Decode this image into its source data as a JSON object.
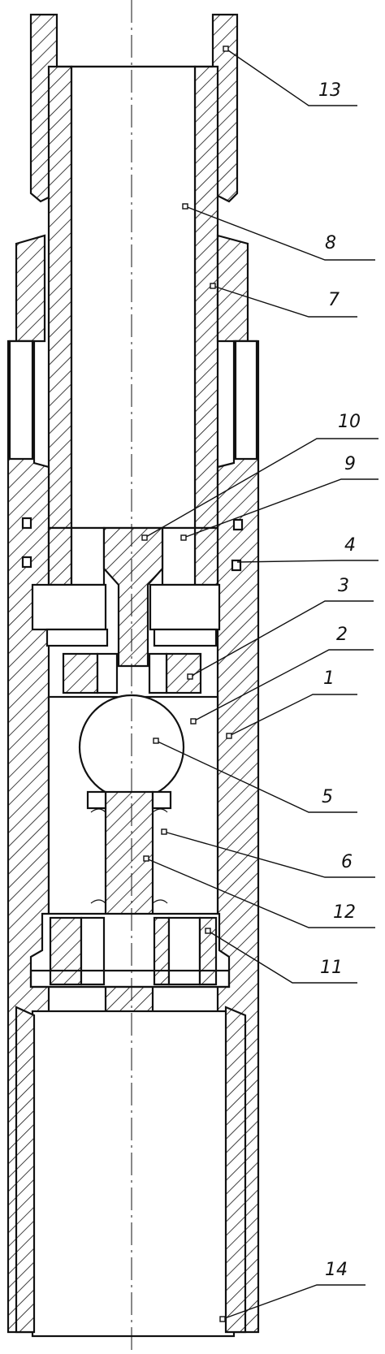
{
  "labels": [
    {
      "id": "13",
      "text": "13"
    },
    {
      "id": "8",
      "text": "8"
    },
    {
      "id": "7",
      "text": "7"
    },
    {
      "id": "10",
      "text": "10"
    },
    {
      "id": "9",
      "text": "9"
    },
    {
      "id": "4",
      "text": "4"
    },
    {
      "id": "3",
      "text": "3"
    },
    {
      "id": "2",
      "text": "2"
    },
    {
      "id": "1",
      "text": "1"
    },
    {
      "id": "5",
      "text": "5"
    },
    {
      "id": "6",
      "text": "6"
    },
    {
      "id": "12",
      "text": "12"
    },
    {
      "id": "11",
      "text": "11"
    },
    {
      "id": "14",
      "text": "14"
    }
  ]
}
